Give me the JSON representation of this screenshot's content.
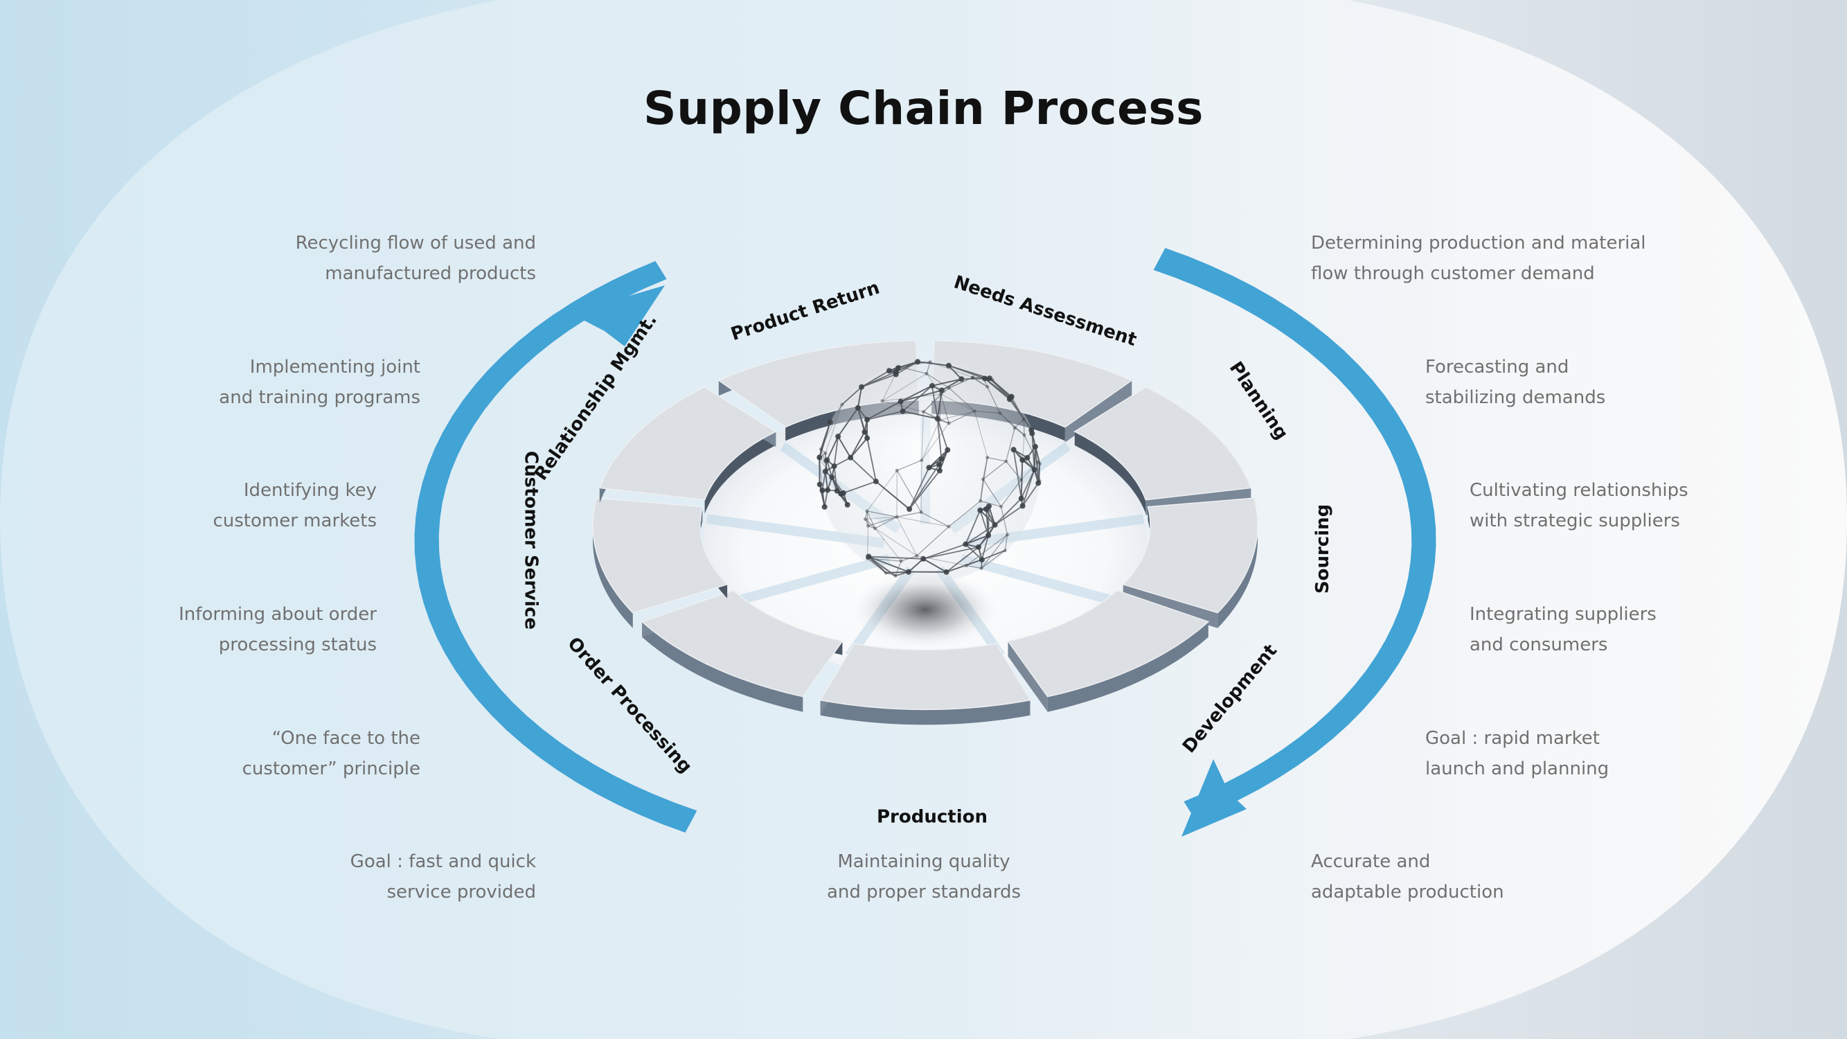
{
  "title": "Supply Chain Process",
  "segments": [
    {
      "label": "Product Return"
    },
    {
      "label": "Needs Assessment"
    },
    {
      "label": "Planning"
    },
    {
      "label": "Sourcing"
    },
    {
      "label": "Development"
    },
    {
      "label": "Production"
    },
    {
      "label": "Order Processing"
    },
    {
      "label": "Customer Service"
    },
    {
      "label": "Relationship Mgmt."
    }
  ],
  "descriptions": {
    "left": [
      {
        "line1": "Recycling flow of used and",
        "line2": "manufactured products"
      },
      {
        "line1": "Implementing joint",
        "line2": "and training programs"
      },
      {
        "line1": "Identifying key",
        "line2": "customer markets"
      },
      {
        "line1": "Informing about order",
        "line2": "processing status"
      },
      {
        "line1": "“One face to the",
        "line2": "customer” principle"
      },
      {
        "line1": "Goal : fast and quick",
        "line2": "service provided"
      }
    ],
    "right": [
      {
        "line1": "Determining production and material",
        "line2": "flow through customer demand"
      },
      {
        "line1": "Forecasting and",
        "line2": "stabilizing demands"
      },
      {
        "line1": "Cultivating relationships",
        "line2": "with strategic suppliers"
      },
      {
        "line1": "Integrating suppliers",
        "line2": "and consumers"
      },
      {
        "line1": "Goal : rapid market",
        "line2": "launch and planning"
      },
      {
        "line1": "Accurate and",
        "line2": "adaptable production"
      }
    ],
    "center": {
      "line1": "Maintaining quality",
      "line2": "and proper standards"
    }
  },
  "colors": {
    "arrow": "#42a3d5",
    "segment_top": "#dcdfe3",
    "segment_side": "#6e7d8e",
    "globe_line": "#5a5f66"
  }
}
